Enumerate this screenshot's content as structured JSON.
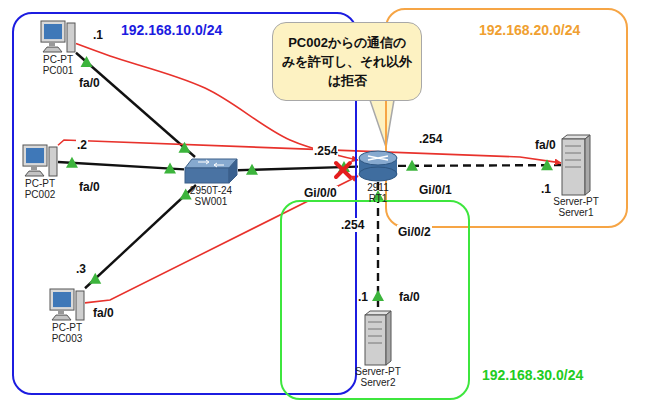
{
  "diagram": {
    "nodes": [
      {
        "text": [
          "192.168.10.0/24"
        ]
      },
      {
        "text": [
          "192.168.20.0/24"
        ]
      },
      {
        "text": [
          "192.168.30.0/24"
        ]
      },
      {
        "text": [
          "PC002からの通信のみを許可し、それ以外は拒否"
        ]
      },
      {
        "text": [
          "PC-PT",
          "PC001"
        ],
        "in": 0
      },
      {
        "text": [
          "PC-PT",
          "PC002"
        ],
        "in": 0
      },
      {
        "text": [
          "PC-PT",
          "PC003"
        ],
        "in": 0
      },
      {
        "text": [
          "2950T-24",
          "SW001"
        ],
        "in": 0
      },
      {
        "text": [
          "2911",
          "RT1"
        ]
      },
      {
        "text": [
          "Server-PT",
          "Server1"
        ],
        "in": 1
      },
      {
        "text": [
          "Server-PT",
          "Server2"
        ],
        "in": 2
      }
    ],
    "edges": [
      {
        "from": 4,
        "to": 7,
        "arrow": "none"
      },
      {
        "from": 5,
        "to": 7,
        "arrow": "none"
      },
      {
        "from": 6,
        "to": 7,
        "arrow": "none"
      },
      {
        "from": 7,
        "to": 8,
        "arrow": "none"
      },
      {
        "from": 8,
        "to": 9,
        "arrow": "none"
      },
      {
        "from": 8,
        "to": 10,
        "arrow": "none"
      },
      {
        "from": 4,
        "to": 8,
        "arrow": "to"
      },
      {
        "from": 5,
        "to": 9,
        "arrow": "to"
      },
      {
        "from": 6,
        "to": 8,
        "arrow": "to"
      }
    ],
    "labels": [
      ".1",
      "fa/0",
      ".2",
      "fa/0",
      ".3",
      "fa/0",
      ".254",
      "Gi/0/0",
      ".254",
      "Gi/0/1",
      "fa/0",
      ".1",
      ".254",
      "Gi/0/2",
      ".1",
      "fa/0"
    ]
  }
}
